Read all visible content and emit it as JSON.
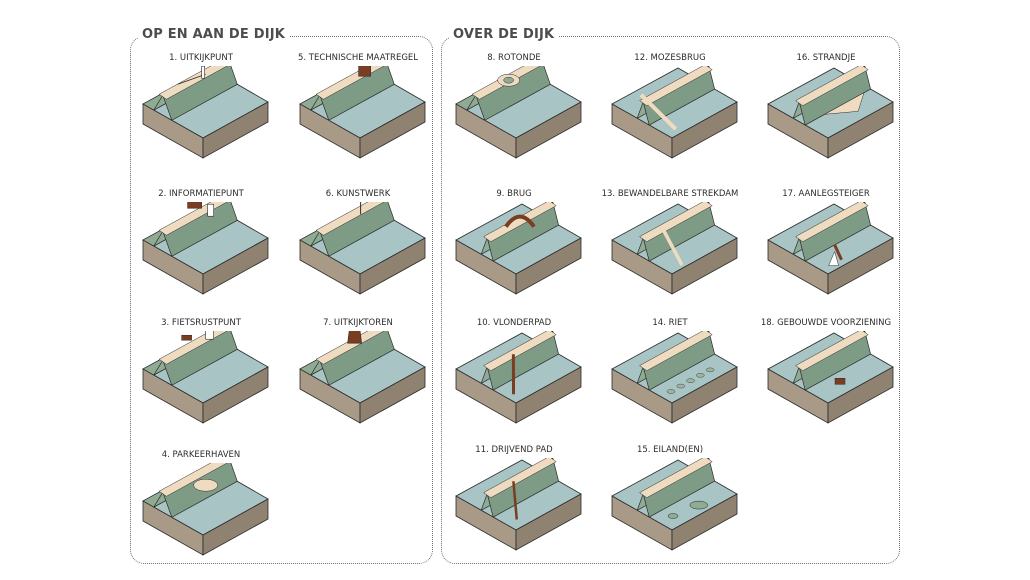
{
  "sections": [
    {
      "title": "OP EN AAN DE DIJK",
      "items": [
        {
          "label": "1. UITKIJKPUNT",
          "variant": "dike",
          "feature": "viewpoint"
        },
        {
          "label": "2. INFORMATIEPUNT",
          "variant": "dike",
          "feature": "infopoint"
        },
        {
          "label": "3. FIETSRUSTPUNT",
          "variant": "dike",
          "feature": "bikerest"
        },
        {
          "label": "4. PARKEERHAVEN",
          "variant": "dike",
          "feature": "parking"
        },
        {
          "label": "5. TECHNISCHE MAATREGEL",
          "variant": "dike",
          "feature": "technical"
        },
        {
          "label": "6. KUNSTWERK",
          "variant": "dike",
          "feature": "artwork"
        },
        {
          "label": "7. UITKIJKTOREN",
          "variant": "dike",
          "feature": "tower"
        }
      ]
    },
    {
      "title": "OVER DE DIJK",
      "items": [
        {
          "label": "8. ROTONDE",
          "variant": "dike",
          "feature": "roundabout"
        },
        {
          "label": "9. BRUG",
          "variant": "wet",
          "feature": "bridge"
        },
        {
          "label": "10. VLONDERPAD",
          "variant": "wet",
          "feature": "boardwalk"
        },
        {
          "label": "11. DRIJVEND PAD",
          "variant": "wet",
          "feature": "floatingpath"
        },
        {
          "label": "12. MOZESBRUG",
          "variant": "wet",
          "feature": "mosesbridge"
        },
        {
          "label": "13. BEWANDELBARE STREKDAM",
          "variant": "wet",
          "feature": "groyne"
        },
        {
          "label": "14. RIET",
          "variant": "wet",
          "feature": "reed"
        },
        {
          "label": "15. EILAND(EN)",
          "variant": "wet",
          "feature": "islands"
        },
        {
          "label": "16. STRANDJE",
          "variant": "wet",
          "feature": "beach"
        },
        {
          "label": "17. AANLEGSTEIGER",
          "variant": "wet",
          "feature": "jetty"
        },
        {
          "label": "18. GEBOUWDE VOORZIENING",
          "variant": "wet",
          "feature": "building"
        }
      ]
    }
  ],
  "colors": {
    "border": "#6d6d6d",
    "title": "#4c4c4c",
    "outline": "#2a2a2a",
    "water": "#a8c4c5",
    "dike_grass": "#8fab94",
    "path": "#efdcc0",
    "soil_side": "#a89a86",
    "soil_front": "#8f8270",
    "wood": "#7a3d22"
  }
}
